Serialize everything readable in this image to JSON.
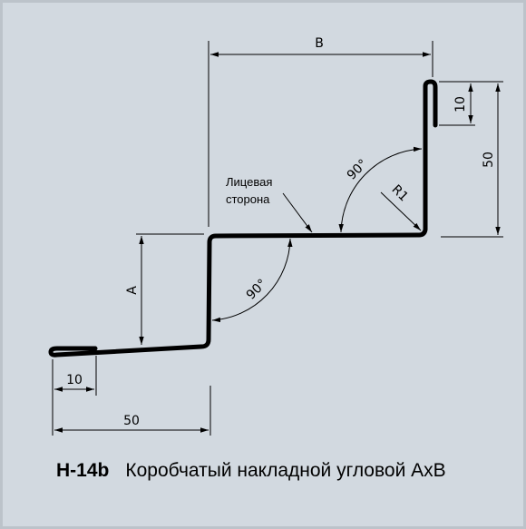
{
  "dimensions": {
    "b": "B",
    "a": "A",
    "flange_top": "10",
    "height_right": "50",
    "radius": "R1",
    "angle_upper": "90°",
    "angle_lower": "90°",
    "flange_bottom": "10",
    "width_bottom": "50"
  },
  "note": {
    "line1": "Лицевая",
    "line2": "сторона"
  },
  "caption": {
    "code": "H-14b",
    "title": "Коробчатый накладной угловой АхВ"
  }
}
